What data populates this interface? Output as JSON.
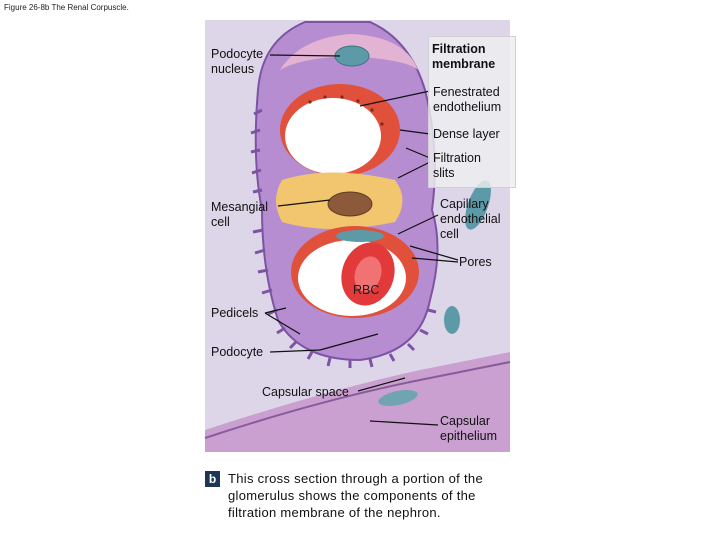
{
  "header": {
    "title": "Figure 26-8b The Renal Corpuscle."
  },
  "labels": {
    "podocyte_nucleus": "Podocyte\nnucleus",
    "filtration_membrane": "Filtration\nmembrane",
    "fenestrated_endothelium": "Fenestrated\nendothelium",
    "dense_layer": "Dense layer",
    "filtration_slits": "Filtration\nslits",
    "mesangial_cell": "Mesangial\ncell",
    "capillary_endothelial_cell": "Capillary\nendothelial\ncell",
    "pores": "Pores",
    "rbc": "RBC",
    "pedicels": "Pedicels",
    "podocyte": "Podocyte",
    "capsular_space": "Capsular space",
    "capsular_epithelium": "Capsular\nepithelium"
  },
  "caption": {
    "letter": "b",
    "text": "This cross section through a portion of the glomerulus shows the components of the filtration membrane of the nephron."
  },
  "colors": {
    "tissue_background": "#d8d0e6",
    "podocyte_purple": "#a07cc4",
    "capsule_pink": "#d9a6c8",
    "endothelium_red": "#e0503a",
    "mesangial_orange": "#f2c66e",
    "nucleus_teal": "#5c9aa8",
    "rbc_red": "#e23a3a",
    "caption_badge": "#1f3557"
  }
}
